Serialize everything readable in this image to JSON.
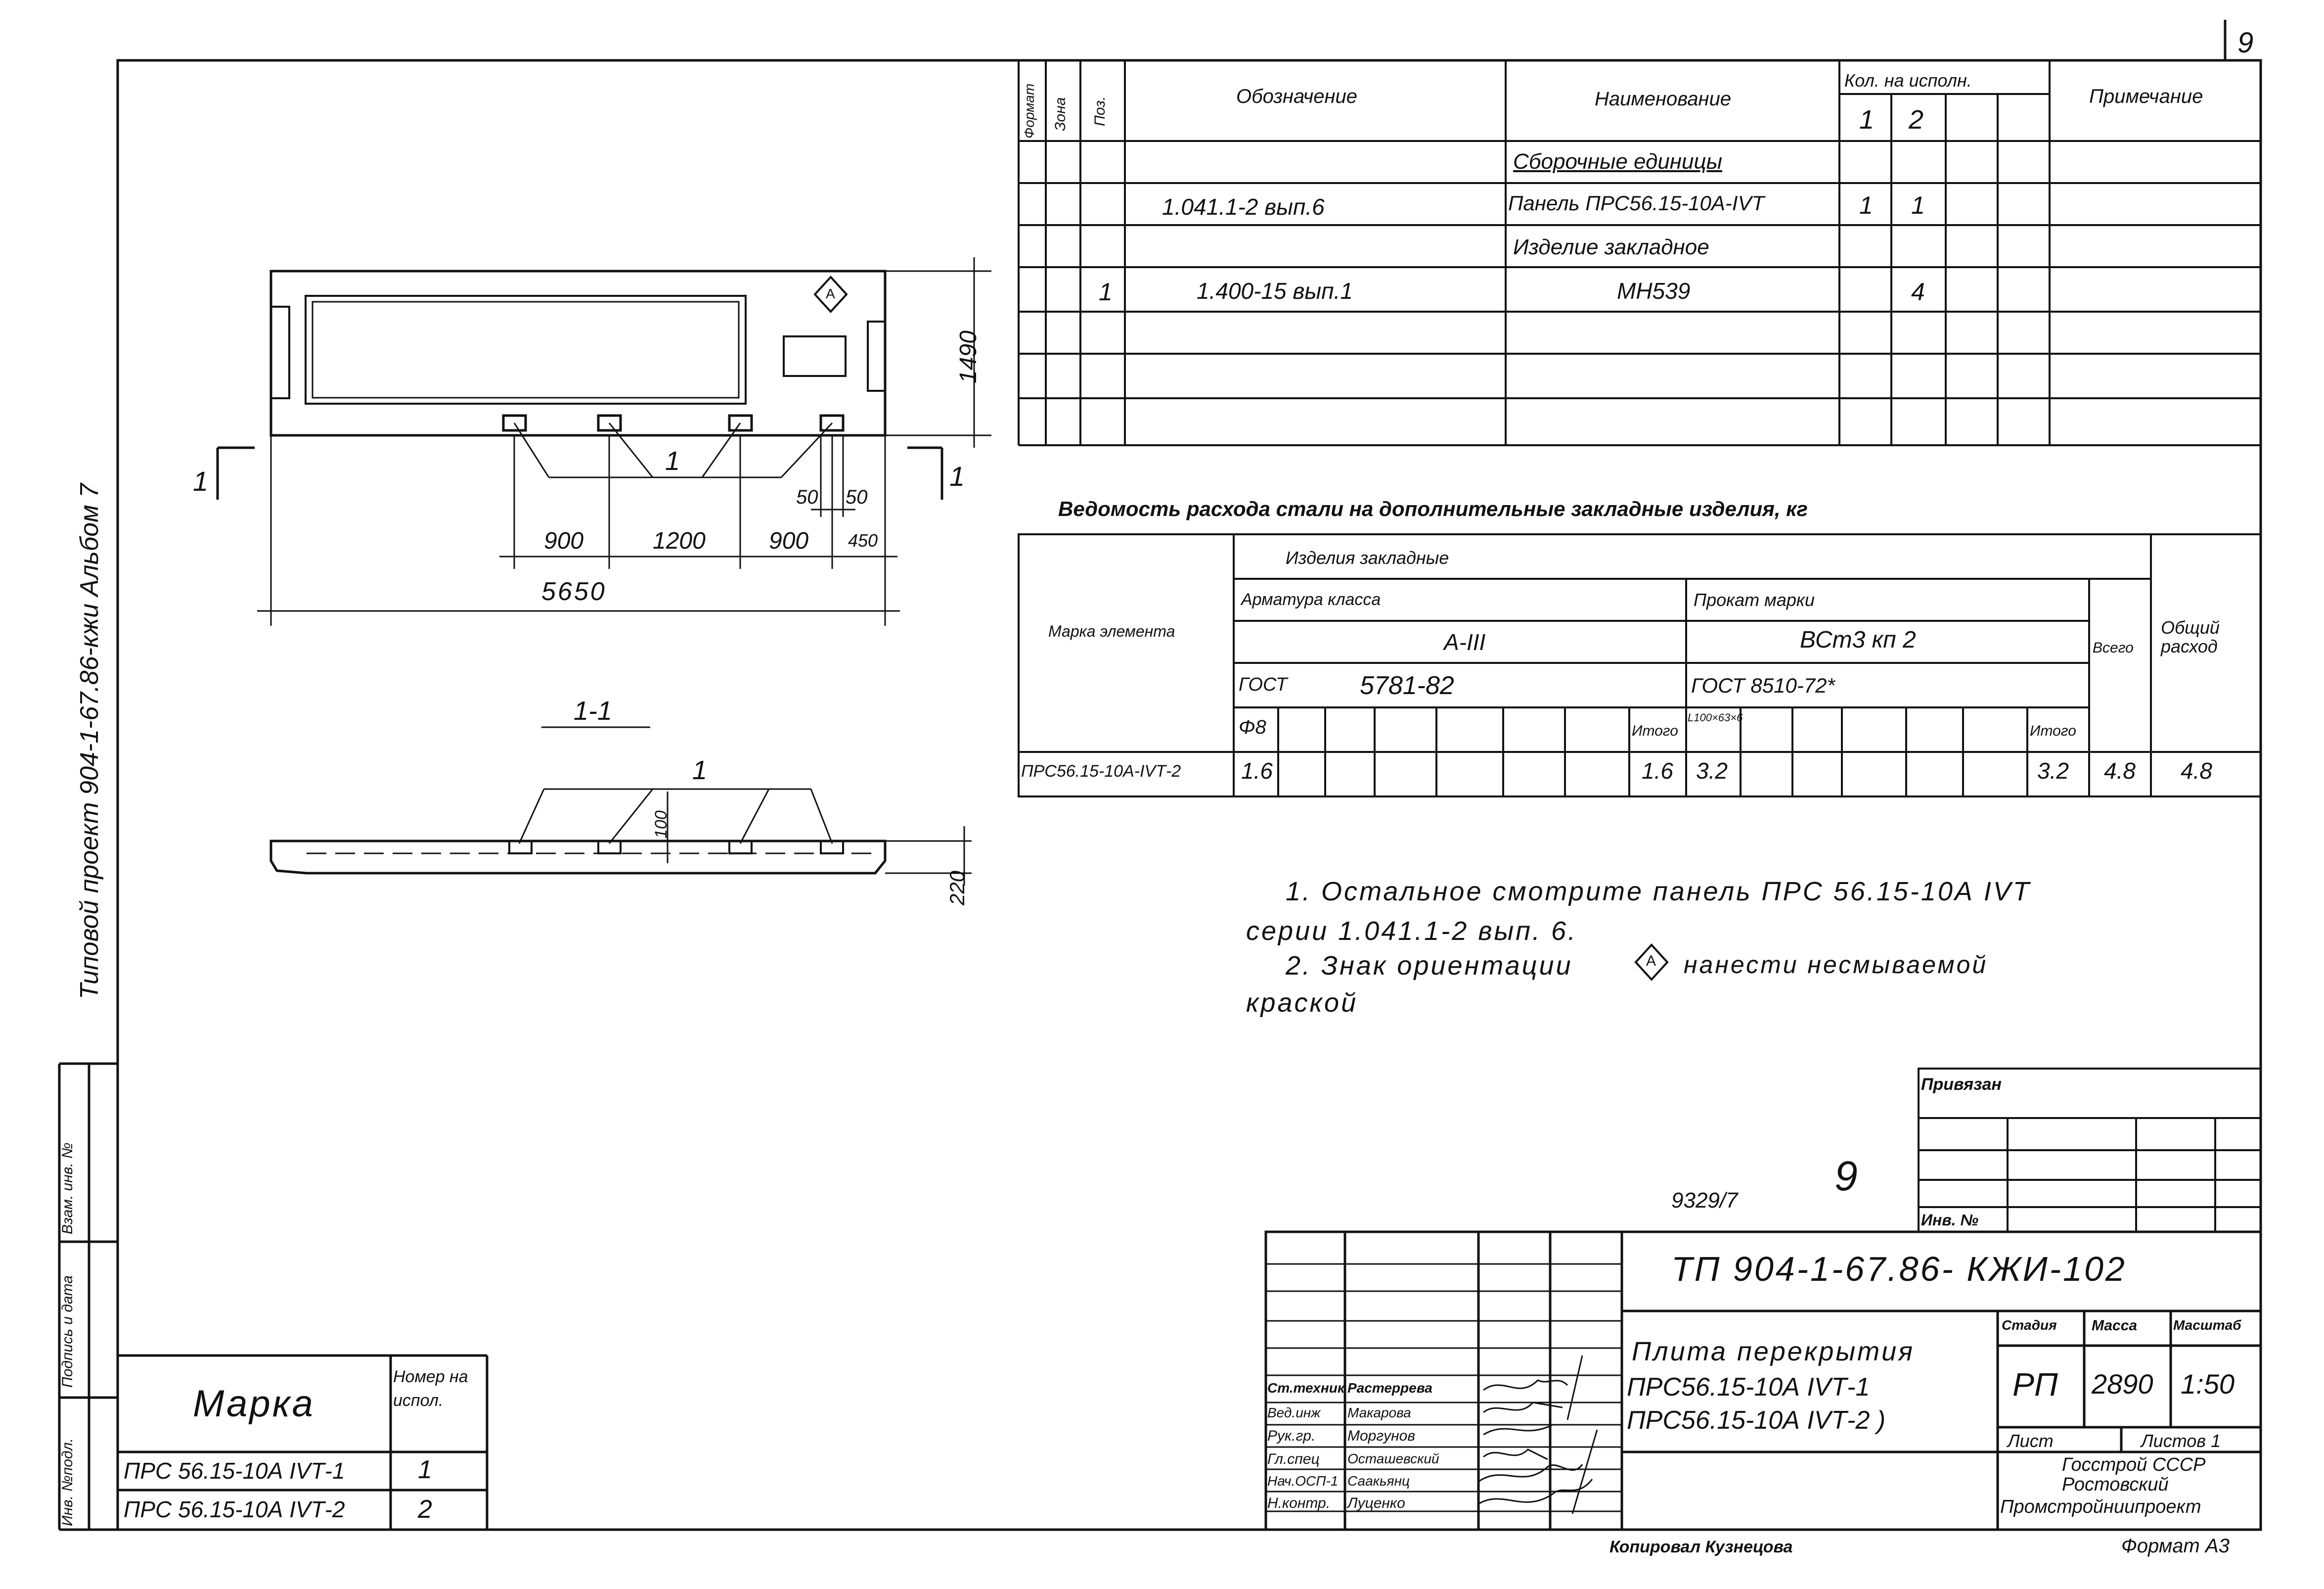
{
  "page_number": "9",
  "side_stamp": {
    "series": "Типовой   проект   904-1-67.86-кжи   Альбом 7",
    "inv_podl": "Инв. №подл.",
    "podpis": "Подпись и дата",
    "vzam": "Взам. инв. №"
  },
  "spec_table": {
    "headers": {
      "format": "Формат",
      "zona": "Зона",
      "poz": "Поз.",
      "oboznachenie": "Обозначение",
      "naimenovanie": "Наименование",
      "kol": "Кол. на исполн.",
      "isp1": "1",
      "isp2": "2",
      "primechanie": "Примечание"
    },
    "rows": [
      {
        "poz": "",
        "oboz": "",
        "naim": "Сборочные единицы",
        "k1": "",
        "k2": ""
      },
      {
        "poz": "",
        "oboz": "1.041.1-2 вып.6",
        "naim": "Панель ПРС56.15-10А-IVТ",
        "k1": "1",
        "k2": "1"
      },
      {
        "poz": "",
        "oboz": "",
        "naim": "Изделие закладное",
        "k1": "",
        "k2": ""
      },
      {
        "poz": "1",
        "oboz": "1.400-15 вып.1",
        "naim": "МН539",
        "k1": "",
        "k2": "4"
      }
    ]
  },
  "steel_table": {
    "title": "Ведомость расхода стали на дополнительные закладные изделия, кг",
    "marka_elementa": "Марка элемента",
    "izdeliya": "Изделия закладные",
    "armatura": "Арматура класса",
    "armatura_class": "А-III",
    "gost_arm_label": "ГОСТ",
    "gost_arm": "5781-82",
    "prokat": "Прокат марки",
    "prokat_marka": "ВСт3 кп 2",
    "gost_prokat": "ГОСТ 8510-72*",
    "d8": "Φ8",
    "itogo": "Итого",
    "ugolok": "L100×63×6",
    "vsego": "Всего",
    "obshiy": "Общий расход",
    "row": {
      "marka": "ПРС56.15-10А-IVТ-2",
      "d8": "1.6",
      "itogo1": "1.6",
      "ug": "3.2",
      "itogo2": "3.2",
      "vsego": "4.8",
      "obshiy": "4.8"
    }
  },
  "notes": {
    "n1a": "1. Остальное смотрите панель   ПРС 56.15-10А IVТ",
    "n1b": "серии 1.041.1-2 вып. 6.",
    "n2a": "2. Знак ориентации",
    "n2b": "нанести несмываемой",
    "n2c": "краской",
    "orient_symbol": "A"
  },
  "drawing": {
    "dim_total": "5650",
    "dim_900a": "900",
    "dim_1200": "1200",
    "dim_900b": "900",
    "dim_450": "450",
    "dim_50a": "50",
    "dim_50b": "50",
    "dim_height": "1490",
    "dim_thick": "220",
    "dim_100": "100",
    "leader_1": "1",
    "section_mark": "1",
    "section_title": "1-1",
    "section_leader": "1",
    "orient_mark": "A"
  },
  "marka_table": {
    "h_marka": "Марка",
    "h_nomer": "Номер на испол.",
    "rows": [
      {
        "marka": "ПРС 56.15-10А IVТ-1",
        "nomer": "1"
      },
      {
        "marka": "ПРС 56.15-10А IVТ-2",
        "nomer": "2"
      }
    ]
  },
  "title_block": {
    "privyazan": "Привязан",
    "inv_no": "Инв. №",
    "handwritten_9": "9",
    "doc_no": "9329/7",
    "designation": "ТП 904-1-67.86- КЖИ-102",
    "name_l1": "Плита перекрытия",
    "name_l2": "ПРС56.15-10А IVТ-1",
    "name_l3": "ПРС56.15-10А IVТ-2 )",
    "stadiya": "Стадия",
    "massa": "Масса",
    "masshtab": "Масштаб",
    "stadiya_v": "РП",
    "massa_v": "2890",
    "masshtab_v": "1:50",
    "list": "Лист",
    "listov": "Листов 1",
    "org1": "Госстрой СССР",
    "org2": "Ростовский",
    "org3": "Промстройниипроект",
    "people": [
      {
        "role": "Ст.техник",
        "name": "Растеррева"
      },
      {
        "role": "Вед.инж",
        "name": "Макарова"
      },
      {
        "role": "Рук.гр.",
        "name": "Моргунов"
      },
      {
        "role": "Гл.спец",
        "name": "Осташевский"
      },
      {
        "role": "Нач.ОСП-1",
        "name": "Саакьянц"
      },
      {
        "role": "Н.контр.",
        "name": "Луценко"
      }
    ],
    "kopiroval": "Копировал Кузнецова",
    "format": "Формат А3"
  }
}
